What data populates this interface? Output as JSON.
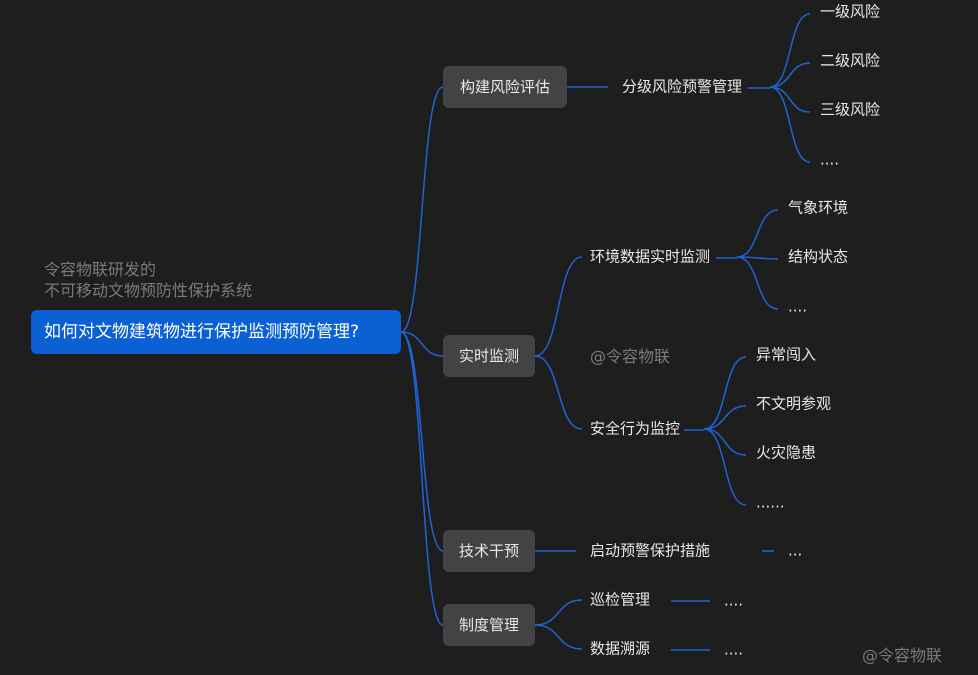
{
  "caption": {
    "line1": "令容物联研发的",
    "line2": "不可移动文物预防性保护系统"
  },
  "watermarks": [
    "@令容物联",
    "@令容物联"
  ],
  "colors": {
    "background": "#1e1e1f",
    "root_fill": "#0b61d4",
    "box_fill": "#434345",
    "connector": "#1f63d4",
    "text": "#e8e8e8"
  },
  "root": "如何对文物建筑物进行保护监测预防管理?",
  "branches": [
    {
      "label": "构建风险评估",
      "children": [
        {
          "label": "分级风险预警管理",
          "children": [
            "一级风险",
            "二级风险",
            "三级风险",
            "...."
          ]
        }
      ]
    },
    {
      "label": "实时监测",
      "children": [
        {
          "label": "环境数据实时监测",
          "children": [
            "气象环境",
            "结构状态",
            "...."
          ]
        },
        {
          "label": "安全行为监控",
          "children": [
            "异常闯入",
            "不文明参观",
            "火灾隐患",
            "......"
          ]
        }
      ]
    },
    {
      "label": "技术干预",
      "children": [
        {
          "label": "启动预警保护措施",
          "children": [
            "..."
          ]
        }
      ]
    },
    {
      "label": "制度管理",
      "children": [
        {
          "label": "巡检管理",
          "children": [
            "...."
          ]
        },
        {
          "label": "数据溯源",
          "children": [
            "...."
          ]
        }
      ]
    }
  ]
}
